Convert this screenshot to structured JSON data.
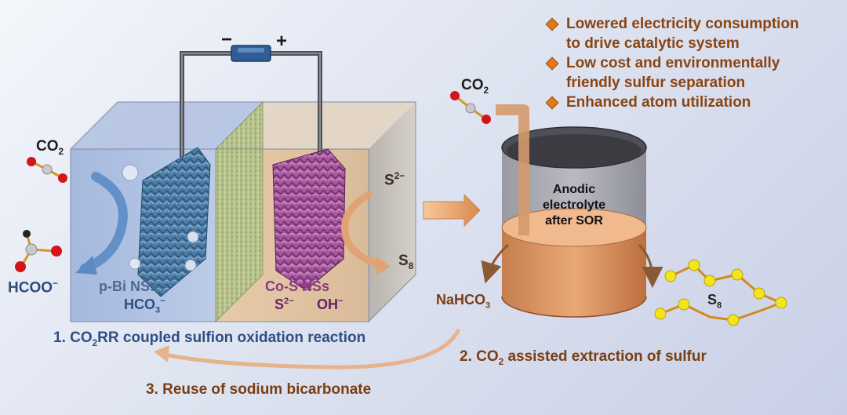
{
  "circuit": {
    "minus": "−",
    "plus": "+"
  },
  "cell": {
    "cathode_label": "p-Bi NSs",
    "cathode_ion_main": "HCO",
    "cathode_ion_sub": "3",
    "cathode_ion_sup": "−",
    "anode_label": "Co-S NSs",
    "anode_ion1_main": "S",
    "anode_ion1_sup": "2−",
    "anode_ion2_main": "OH",
    "anode_ion2_sup": "−",
    "sulfide_main": "S",
    "sulfide_sup": "2−",
    "sulfur_main": "S",
    "sulfur_sub": "8"
  },
  "left_side": {
    "co2_main": "CO",
    "co2_sub": "2",
    "formate_main": "HCOO",
    "formate_sup": "−"
  },
  "tank": {
    "co2_main": "CO",
    "co2_sub": "2",
    "label_line1": "Anodic",
    "label_line2": "electrolyte",
    "label_line3": "after SOR",
    "nahco3_main": "NaHCO",
    "nahco3_sub": "3",
    "s8_main": "S",
    "s8_sub": "8"
  },
  "steps": {
    "step1_prefix": "1. CO",
    "step1_sub": "2",
    "step1_rest": "RR coupled sulfion oxidation reaction",
    "step2_prefix": "2. CO",
    "step2_sub": "2",
    "step2_rest": " assisted extraction of sulfur",
    "step3": "3. Reuse of sodium bicarbonate"
  },
  "advantages": [
    {
      "line1": "Lowered electricity consumption",
      "line2": "to drive catalytic system"
    },
    {
      "line1": "Low cost and environmentally",
      "line2": "friendly sulfur separation"
    },
    {
      "line1": "Enhanced atom utilization",
      "line2": ""
    }
  ],
  "colors": {
    "brown_text": "#7a3d12",
    "navy_text": "#2b4e7c",
    "purple_text": "#6a1d6a",
    "bullet_orange": "#e07a18",
    "sulfur_yellow": "#f2e51a",
    "oxygen_red": "#d4141a"
  }
}
